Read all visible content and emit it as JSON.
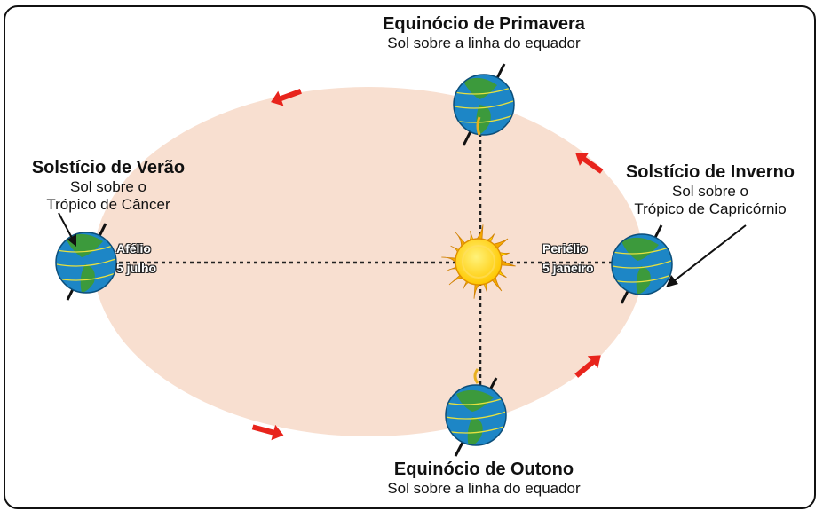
{
  "colors": {
    "orbit_fill": "#f8dfd0",
    "arrow": "#e8241c",
    "ocean": "#1d86c6",
    "land": "#3c9a3c",
    "sun_core": "#ffc800",
    "sun_rays": "#f0a000"
  },
  "labels": {
    "spring": {
      "title": "Equinócio de Primavera",
      "sub": "Sol sobre a linha do equador"
    },
    "summer": {
      "title": "Solstício de Verão",
      "sub1": "Sol sobre o",
      "sub2": "Trópico de Câncer"
    },
    "winter": {
      "title": "Solstício de Inverno",
      "sub1": "Sol sobre o",
      "sub2": "Trópico de Capricórnio"
    },
    "autumn": {
      "title": "Equinócio de Outono",
      "sub": "Sol sobre a linha do equador"
    }
  },
  "orbit_points": {
    "aphelion": {
      "name": "Afélio",
      "date": "5 julho"
    },
    "perihelion": {
      "name": "Periélio",
      "date": "5 janeiro"
    }
  },
  "icons": [
    "earth-globe-icon",
    "sun-icon",
    "orbit-direction-arrow-icon"
  ]
}
